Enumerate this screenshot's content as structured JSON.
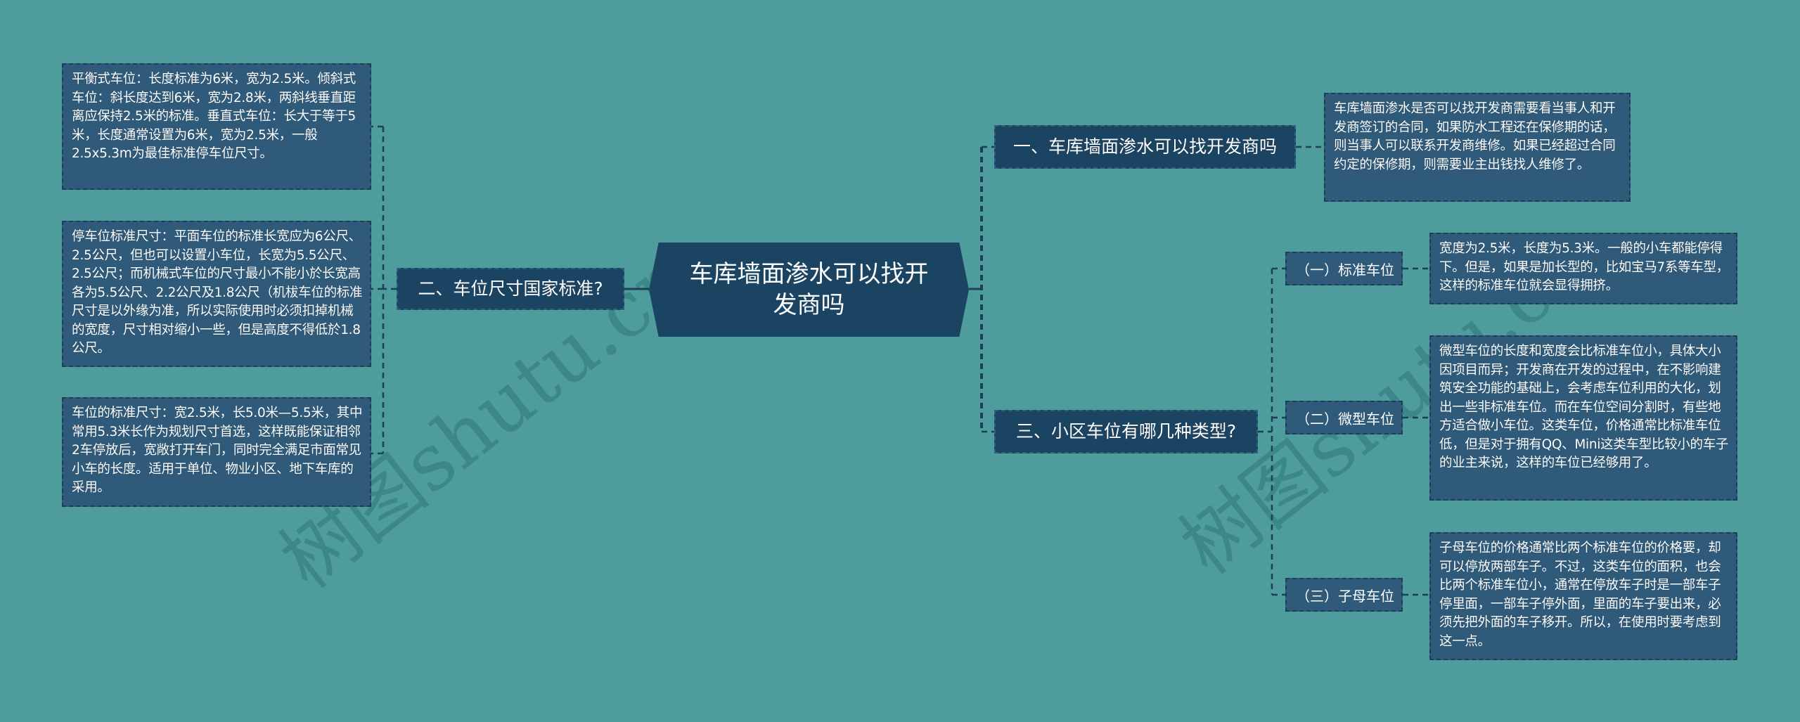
{
  "mindmap": {
    "root": {
      "label": "车库墙面渗水可以找开发商吗"
    },
    "left": {
      "branch": {
        "label": "二、车位尺寸国家标准?"
      },
      "leaves": [
        {
          "text": "平衡式车位：长度标准为6米，宽为2.5米。倾斜式车位：斜长度达到6米，宽为2.8米，两斜线垂直距离应保持2.5米的标准。垂直式车位：长大于等于5米，长度通常设置为6米，宽为2.5米，一般2.5x5.3m为最佳标准停车位尺寸。"
        },
        {
          "text": "停车位标准尺寸：平面车位的标准长宽应为6公尺、2.5公尺，但也可以设置小车位，长宽为5.5公尺、2.5公尺；而机械式车位的尺寸最小不能小於长宽高各为5.5公尺、2.2公尺及1.8公尺（机柭车位的标准尺寸是以外缘为准，所以实际使用时必须扣掉机械的宽度，尺寸相对缩小一些，但是高度不得低於1.8公尺。"
        },
        {
          "text": "车位的标准尺寸：宽2.5米，长5.0米—5.5米，其中常用5.3米长作为规划尺寸首选，这样既能保证相邻2车停放后，宽敞打开车门，同时完全满足市面常见小车的长度。适用于单位、物业小区、地下车库的采用。"
        }
      ]
    },
    "right": [
      {
        "branch": {
          "label": "一、车库墙面渗水可以找开发商吗"
        },
        "leaf": {
          "text": "车库墙面渗水是否可以找开发商需要看当事人和开发商签订的合同，如果防水工程还在保修期的话，则当事人可以联系开发商维修。如果已经超过合同约定的保修期，则需要业主出钱找人维修了。"
        }
      },
      {
        "branch": {
          "label": "三、小区车位有哪几种类型?"
        },
        "subs": [
          {
            "label": "（一）标准车位",
            "leaf": "宽度为2.5米，长度为5.3米。一般的小车都能停得下。但是，如果是加长型的，比如宝马7系等车型，这样的标准车位就会显得拥挤。"
          },
          {
            "label": "（二）微型车位",
            "leaf": "微型车位的长度和宽度会比标准车位小，具体大小因项目而异；开发商在开发的过程中，在不影响建筑安全功能的基础上，会考虑车位利用的大化，划出一些非标准车位。而在车位空间分割时，有些地方适合做小车位。这类车位，价格通常比标准车位低，但是对于拥有QQ、Mini这类车型比较小的车子的业主来说，这样的车位已经够用了。"
          },
          {
            "label": "（三）子母车位",
            "leaf": "子母车位的价格通常比两个标准车位的价格要，却可以停放两部车子。不过，这类车位的面积，也会比两个标准车位小，通常在停放车子时是一部车子停里面，一部车子停外面，里面的车子要出来，必须先把外面的车子移开。所以，在使用时要考虑到这一点。"
          }
        ]
      }
    ]
  },
  "watermarks": [
    "树图shutu.cn",
    "树图shutu.cn"
  ],
  "colors": {
    "background": "#4e9c9c",
    "root_fill": "#1b4463",
    "branch_fill": "#1b4463",
    "leaf_fill": "#2f5a7a",
    "line": "#1c3f58"
  }
}
